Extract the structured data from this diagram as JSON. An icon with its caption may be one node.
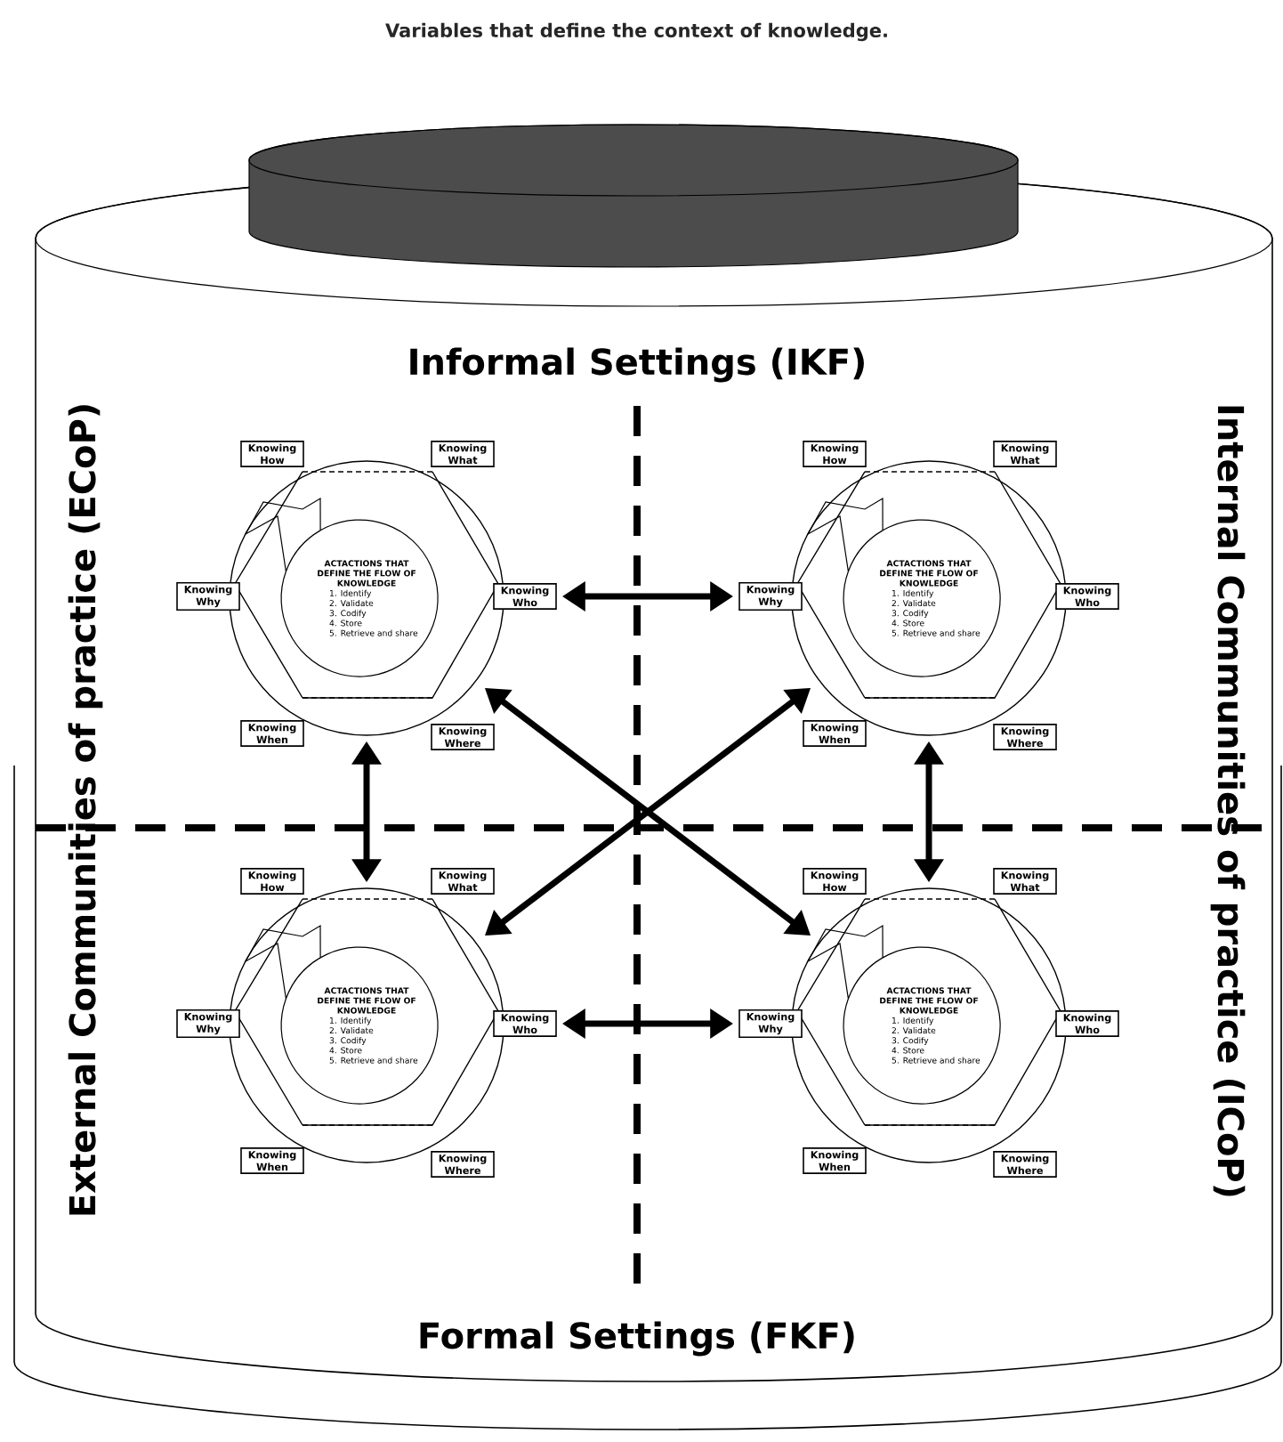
{
  "diagram": {
    "title": "Variables that define the context of knowledge.",
    "nodes": [
      {
        "text": [
          "ACTACTIONS THAT DEFINE THE FLOW OF KNOWLEDGE",
          "1. Identify",
          "2. Validate",
          "3. Codify",
          "4. Store",
          "5. Retrieve and share"
        ]
      },
      {
        "text": [
          "Knowing How"
        ]
      },
      {
        "text": [
          "Knowing What"
        ]
      },
      {
        "text": [
          "Knowing Why"
        ]
      },
      {
        "text": [
          "Knowing Who"
        ]
      },
      {
        "text": [
          "Knowing When"
        ]
      },
      {
        "text": [
          "Knowing Where"
        ]
      },
      {
        "text": [
          "ACTACTIONS THAT DEFINE THE FLOW OF KNOWLEDGE",
          "1. Identify",
          "2. Validate",
          "3. Codify",
          "4. Store",
          "5. Retrieve and share"
        ]
      },
      {
        "text": [
          "Knowing How"
        ]
      },
      {
        "text": [
          "Knowing What"
        ]
      },
      {
        "text": [
          "Knowing Why"
        ]
      },
      {
        "text": [
          "Knowing Who"
        ]
      },
      {
        "text": [
          "Knowing When"
        ]
      },
      {
        "text": [
          "Knowing Where"
        ]
      },
      {
        "text": [
          "ACTACTIONS THAT DEFINE THE FLOW OF KNOWLEDGE",
          "1. Identify",
          "2. Validate",
          "3. Codify",
          "4. Store",
          "5. Retrieve and share"
        ]
      },
      {
        "text": [
          "Knowing How"
        ]
      },
      {
        "text": [
          "Knowing What"
        ]
      },
      {
        "text": [
          "Knowing Why"
        ]
      },
      {
        "text": [
          "Knowing Who"
        ]
      },
      {
        "text": [
          "Knowing When"
        ]
      },
      {
        "text": [
          "Knowing Where"
        ]
      },
      {
        "text": [
          "ACTACTIONS THAT DEFINE THE FLOW OF KNOWLEDGE",
          "1. Identify",
          "2. Validate",
          "3. Codify",
          "4. Store",
          "5. Retrieve and share"
        ]
      },
      {
        "text": [
          "Knowing How"
        ]
      },
      {
        "text": [
          "Knowing What"
        ]
      },
      {
        "text": [
          "Knowing Why"
        ]
      },
      {
        "text": [
          "Knowing Who"
        ]
      },
      {
        "text": [
          "Knowing When"
        ]
      },
      {
        "text": [
          "Knowing Where"
        ]
      }
    ],
    "edges": [
      {
        "from": 4,
        "to": 10,
        "arrow": "both"
      },
      {
        "from": 0,
        "to": 14,
        "arrow": "both"
      },
      {
        "from": 0,
        "to": 21,
        "arrow": "both"
      },
      {
        "from": 7,
        "to": 14,
        "arrow": "both"
      },
      {
        "from": 7,
        "to": 21,
        "arrow": "both"
      },
      {
        "from": 18,
        "to": 24,
        "arrow": "both"
      }
    ],
    "labels": [
      "Informal Settings (IKF)",
      "External Communities of practice (ECoP)",
      "Internal Communities of practice (ICoP)",
      "Formal Settings (FKF)"
    ]
  }
}
